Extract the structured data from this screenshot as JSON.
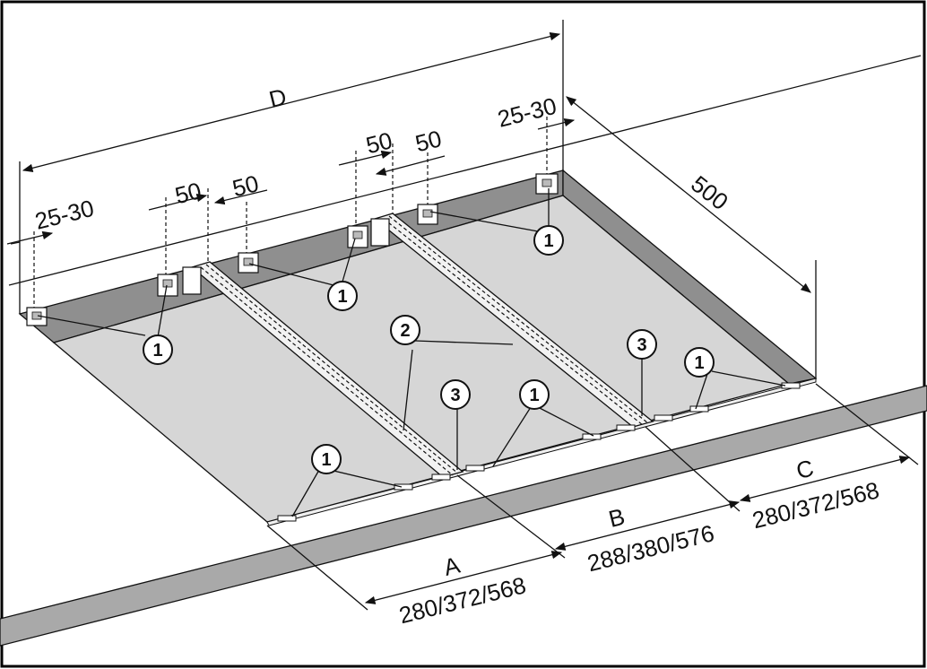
{
  "colors": {
    "panel": "#d6d6d6",
    "wall": "#8f8f8f",
    "strip": "#a9a9a9",
    "line": "#111111",
    "rail": "#f2f2f2"
  },
  "dimensions": {
    "D": "D",
    "overall_depth": "500",
    "edge_left": "25-30",
    "edge_right": "25-30",
    "gap_1a": "50",
    "gap_1b": "50",
    "gap_2a": "50",
    "gap_2b": "50",
    "A_label": "A",
    "A_value": "280/372/568",
    "B_label": "B",
    "B_value": "288/380/576",
    "C_label": "C",
    "C_value": "280/372/568"
  },
  "callouts": {
    "clip": "1",
    "rail": "2",
    "bracket": "3"
  }
}
